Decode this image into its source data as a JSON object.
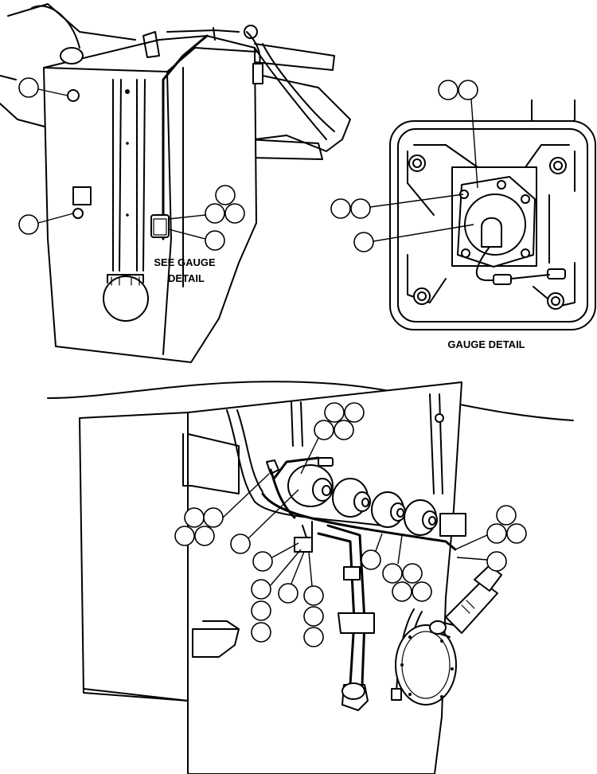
{
  "labels": {
    "see_gauge_line1": "SEE GAUGE",
    "see_gauge_line2": "DETAIL",
    "gauge_detail": "GAUGE DETAIL"
  }
}
